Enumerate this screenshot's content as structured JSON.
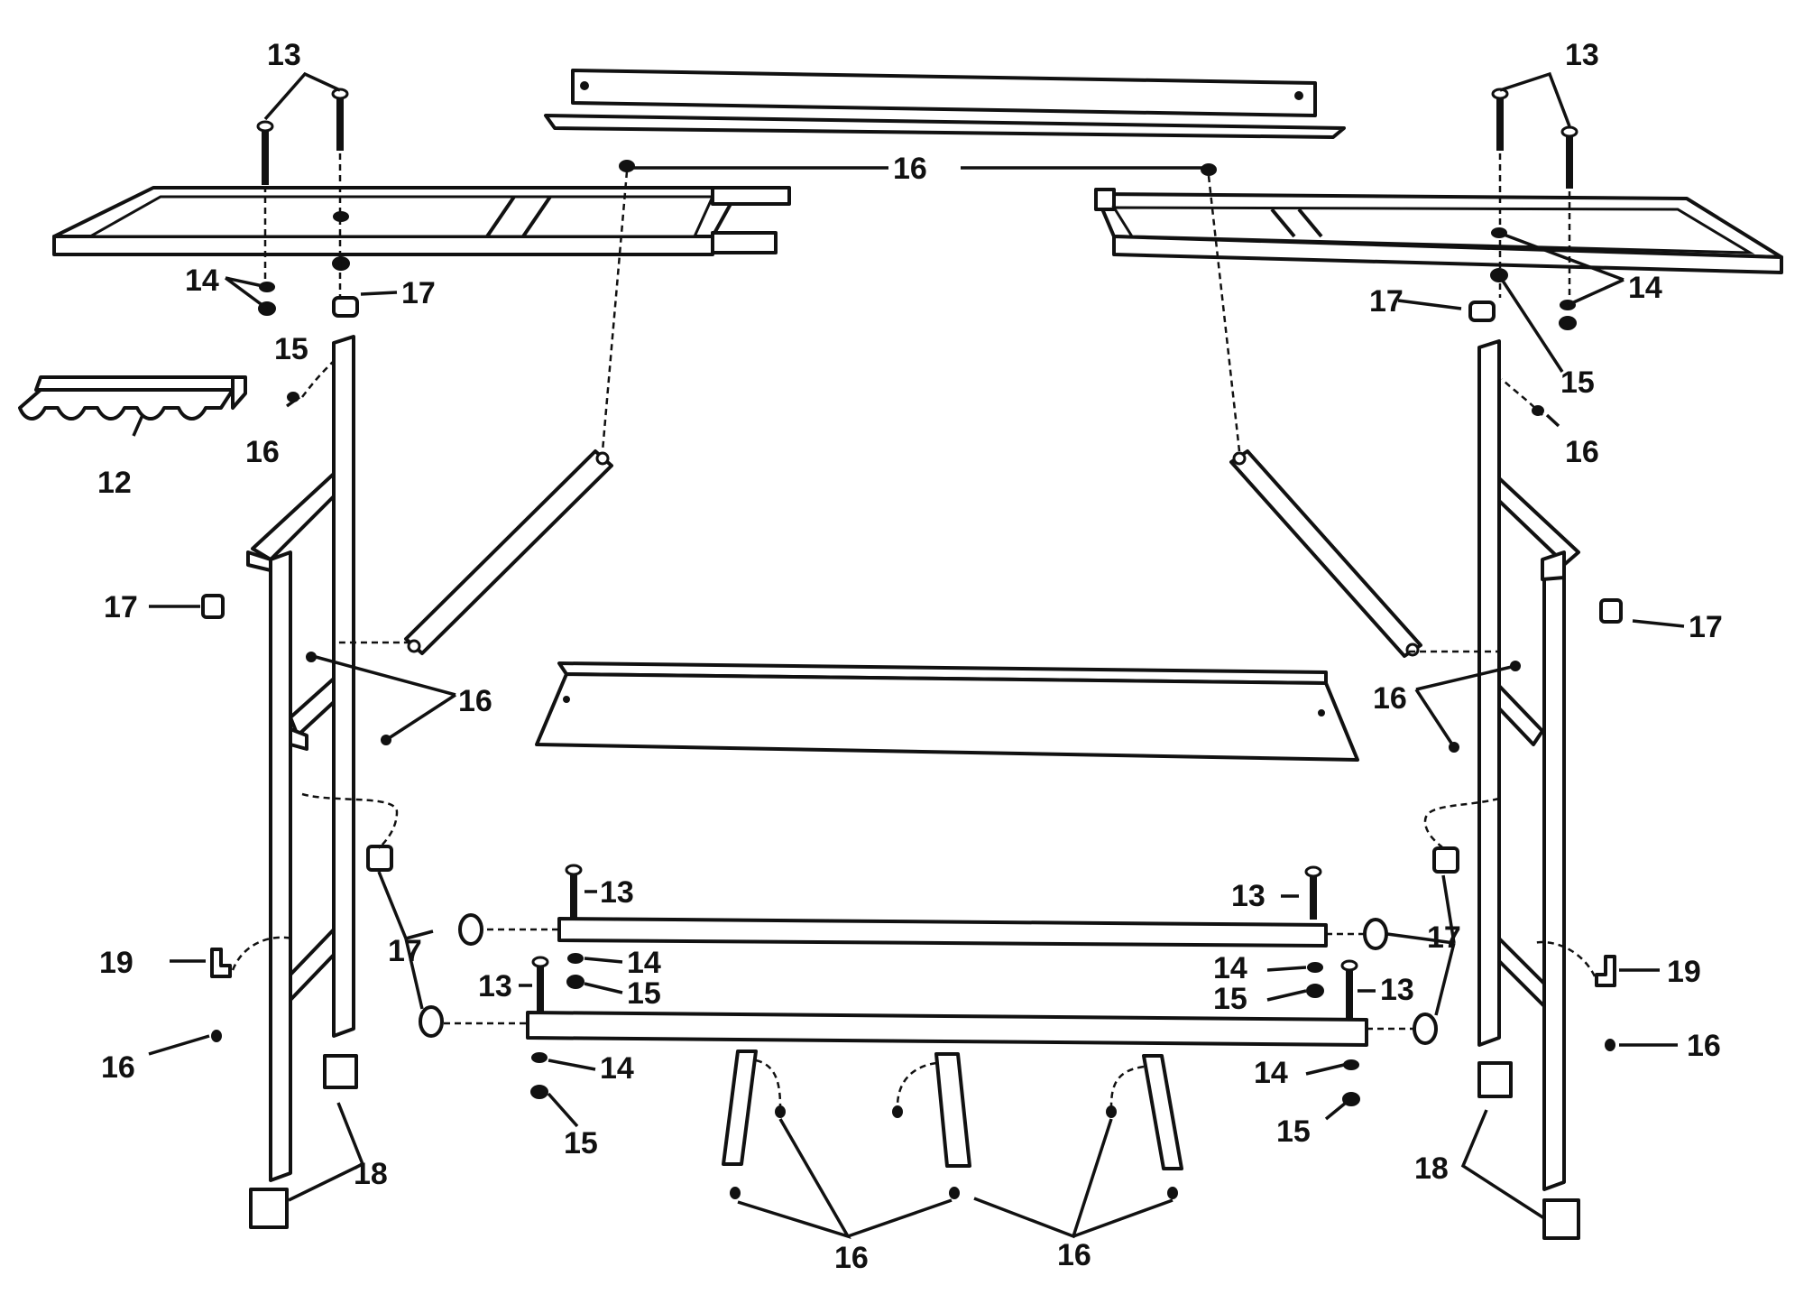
{
  "callouts": {
    "c13_tl": "13",
    "c14_tl": "14",
    "c15_tl": "15",
    "c16_tl": "16",
    "c17_tl": "17",
    "c12": "12",
    "c16_top": "16",
    "c13_tr": "13",
    "c14_tr": "14",
    "c15_tr": "15",
    "c16_tr": "16",
    "c17_tr": "17",
    "c17_ml": "17",
    "c16_ml": "16",
    "c17_mr": "17",
    "c16_mr": "16",
    "c13_ma": "13",
    "c14_ma": "14",
    "c15_ma": "15",
    "c17_lc": "17",
    "c13_lb": "13",
    "c14_lb": "14",
    "c15_lb": "15",
    "c13_ra": "13",
    "c14_ra": "14",
    "c15_ra": "15",
    "c17_rc": "17",
    "c13_rb": "13",
    "c14_rb": "14",
    "c15_rb": "15",
    "c19_l": "19",
    "c16_ll": "16",
    "c18_l": "18",
    "c19_r": "19",
    "c16_rl": "16",
    "c18_r": "18",
    "c16_bl": "16",
    "c16_br": "16"
  }
}
